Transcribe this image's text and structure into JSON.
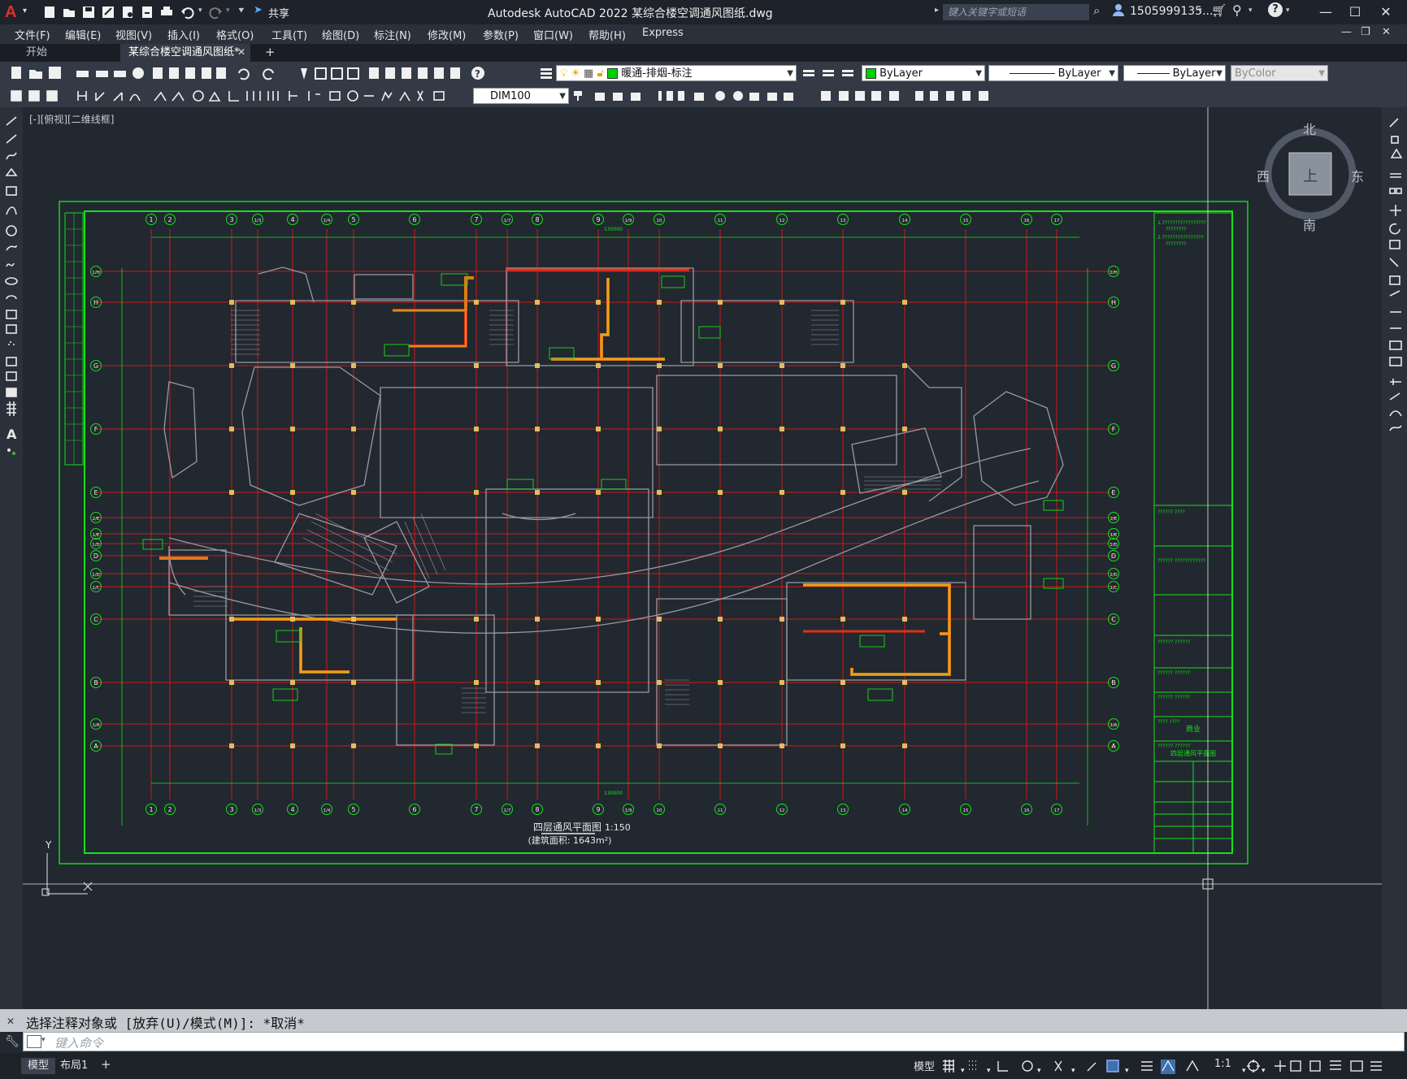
{
  "app": {
    "title": "Autodesk AutoCAD 2022    某综合楼空调通风图纸.dwg",
    "share_label": "共享",
    "search_placeholder": "键入关键字或短语",
    "user": "1505999135...",
    "logo_letter": "A"
  },
  "menu": {
    "items": [
      "文件(F)",
      "编辑(E)",
      "视图(V)",
      "插入(I)",
      "格式(O)",
      "工具(T)",
      "绘图(D)",
      "标注(N)",
      "修改(M)",
      "参数(P)",
      "窗口(W)",
      "帮助(H)",
      "Express"
    ]
  },
  "tabs": {
    "start": "开始",
    "file": "某综合楼空调通风图纸*",
    "close_icon": "close-icon",
    "add_icon": "plus-icon"
  },
  "toolbar": {
    "layer": "暖通-排烟-标注",
    "color": "ByLayer",
    "linetype": "ByLayer",
    "lineweight": "ByLayer",
    "plotstyle": "ByColor",
    "dimstyle": "DIM100",
    "colors": {
      "layer_swatch": "#00d000",
      "color_swatch": "#00d000"
    }
  },
  "viewport": {
    "label": "[-][俯视][二维线框]",
    "viewcube": {
      "north": "北",
      "south": "南",
      "east": "东",
      "west": "西",
      "face": "上"
    }
  },
  "drawing": {
    "plan_title": "四层通风平面图",
    "plan_subtitle": "(建筑面积: 1643m²)",
    "scale": "1:150",
    "column_axes": [
      "1",
      "2",
      "3",
      "1/3",
      "4",
      "1/4",
      "5",
      "6",
      "7",
      "1/7",
      "8",
      "9",
      "1/9",
      "10",
      "11",
      "12",
      "13",
      "14",
      "15",
      "16",
      "17"
    ],
    "row_axes": [
      "A",
      "1/A",
      "B",
      "C",
      "1/C",
      "1/D",
      "D",
      "1/D",
      "1/E",
      "2/E",
      "E",
      "F",
      "G",
      "H",
      "1/H"
    ],
    "total_dim": "130000",
    "ucs_y": "Y",
    "title_block_project": "商业",
    "title_block_drawing": "四层通风平面图"
  },
  "command": {
    "history": "选择注释对象或 [放弃(U)/模式(M)]: *取消*",
    "placeholder": "键入命令"
  },
  "status": {
    "model_tab": "模型",
    "layout_tab": "布局1",
    "space": "模型",
    "scale": "1:1"
  },
  "colors": {
    "grid_red": "#d01818",
    "green": "#18e018",
    "wall": "#9a9aa2",
    "duct_orange": "#e07818",
    "column": "#d8c060"
  }
}
